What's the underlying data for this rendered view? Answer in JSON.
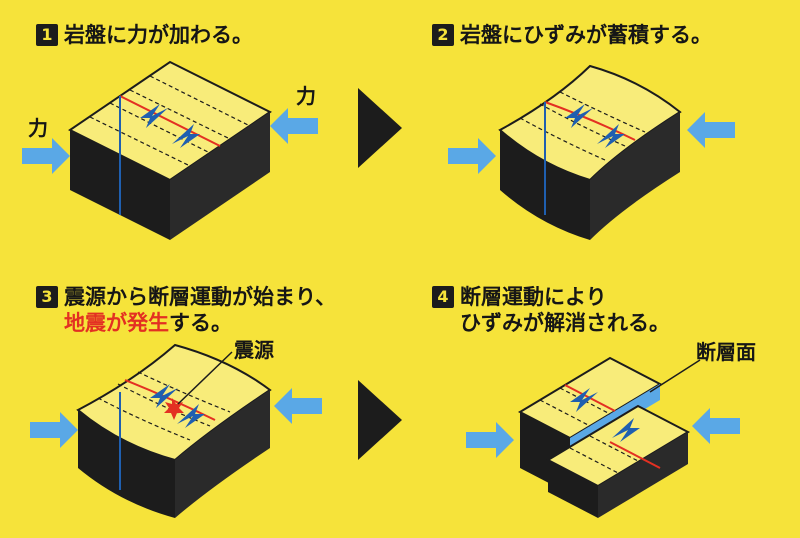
{
  "panels": [
    {
      "number": "1",
      "title_line1": "岩盤に力が加わる。"
    },
    {
      "number": "2",
      "title_line1": "岩盤にひずみが蓄積する。"
    },
    {
      "number": "3",
      "title_line1": "震源から断層運動が始まり、",
      "title_line2_red": "地震が発生",
      "title_line2_rest": "する。"
    },
    {
      "number": "4",
      "title_line1": "断層運動により",
      "title_line2": "ひずみが解消される。"
    }
  ],
  "labels": {
    "force_left": "力",
    "force_right": "力",
    "hypocenter": "震源",
    "fault_plane": "断層面"
  },
  "colors": {
    "background": "#f6e33a",
    "block_side": "#1c1c1c",
    "block_top": "#f8ec7a",
    "arrow_blue": "#5aa8e6",
    "fault_blue": "#1f5fb0",
    "fault_red": "#e33022"
  }
}
